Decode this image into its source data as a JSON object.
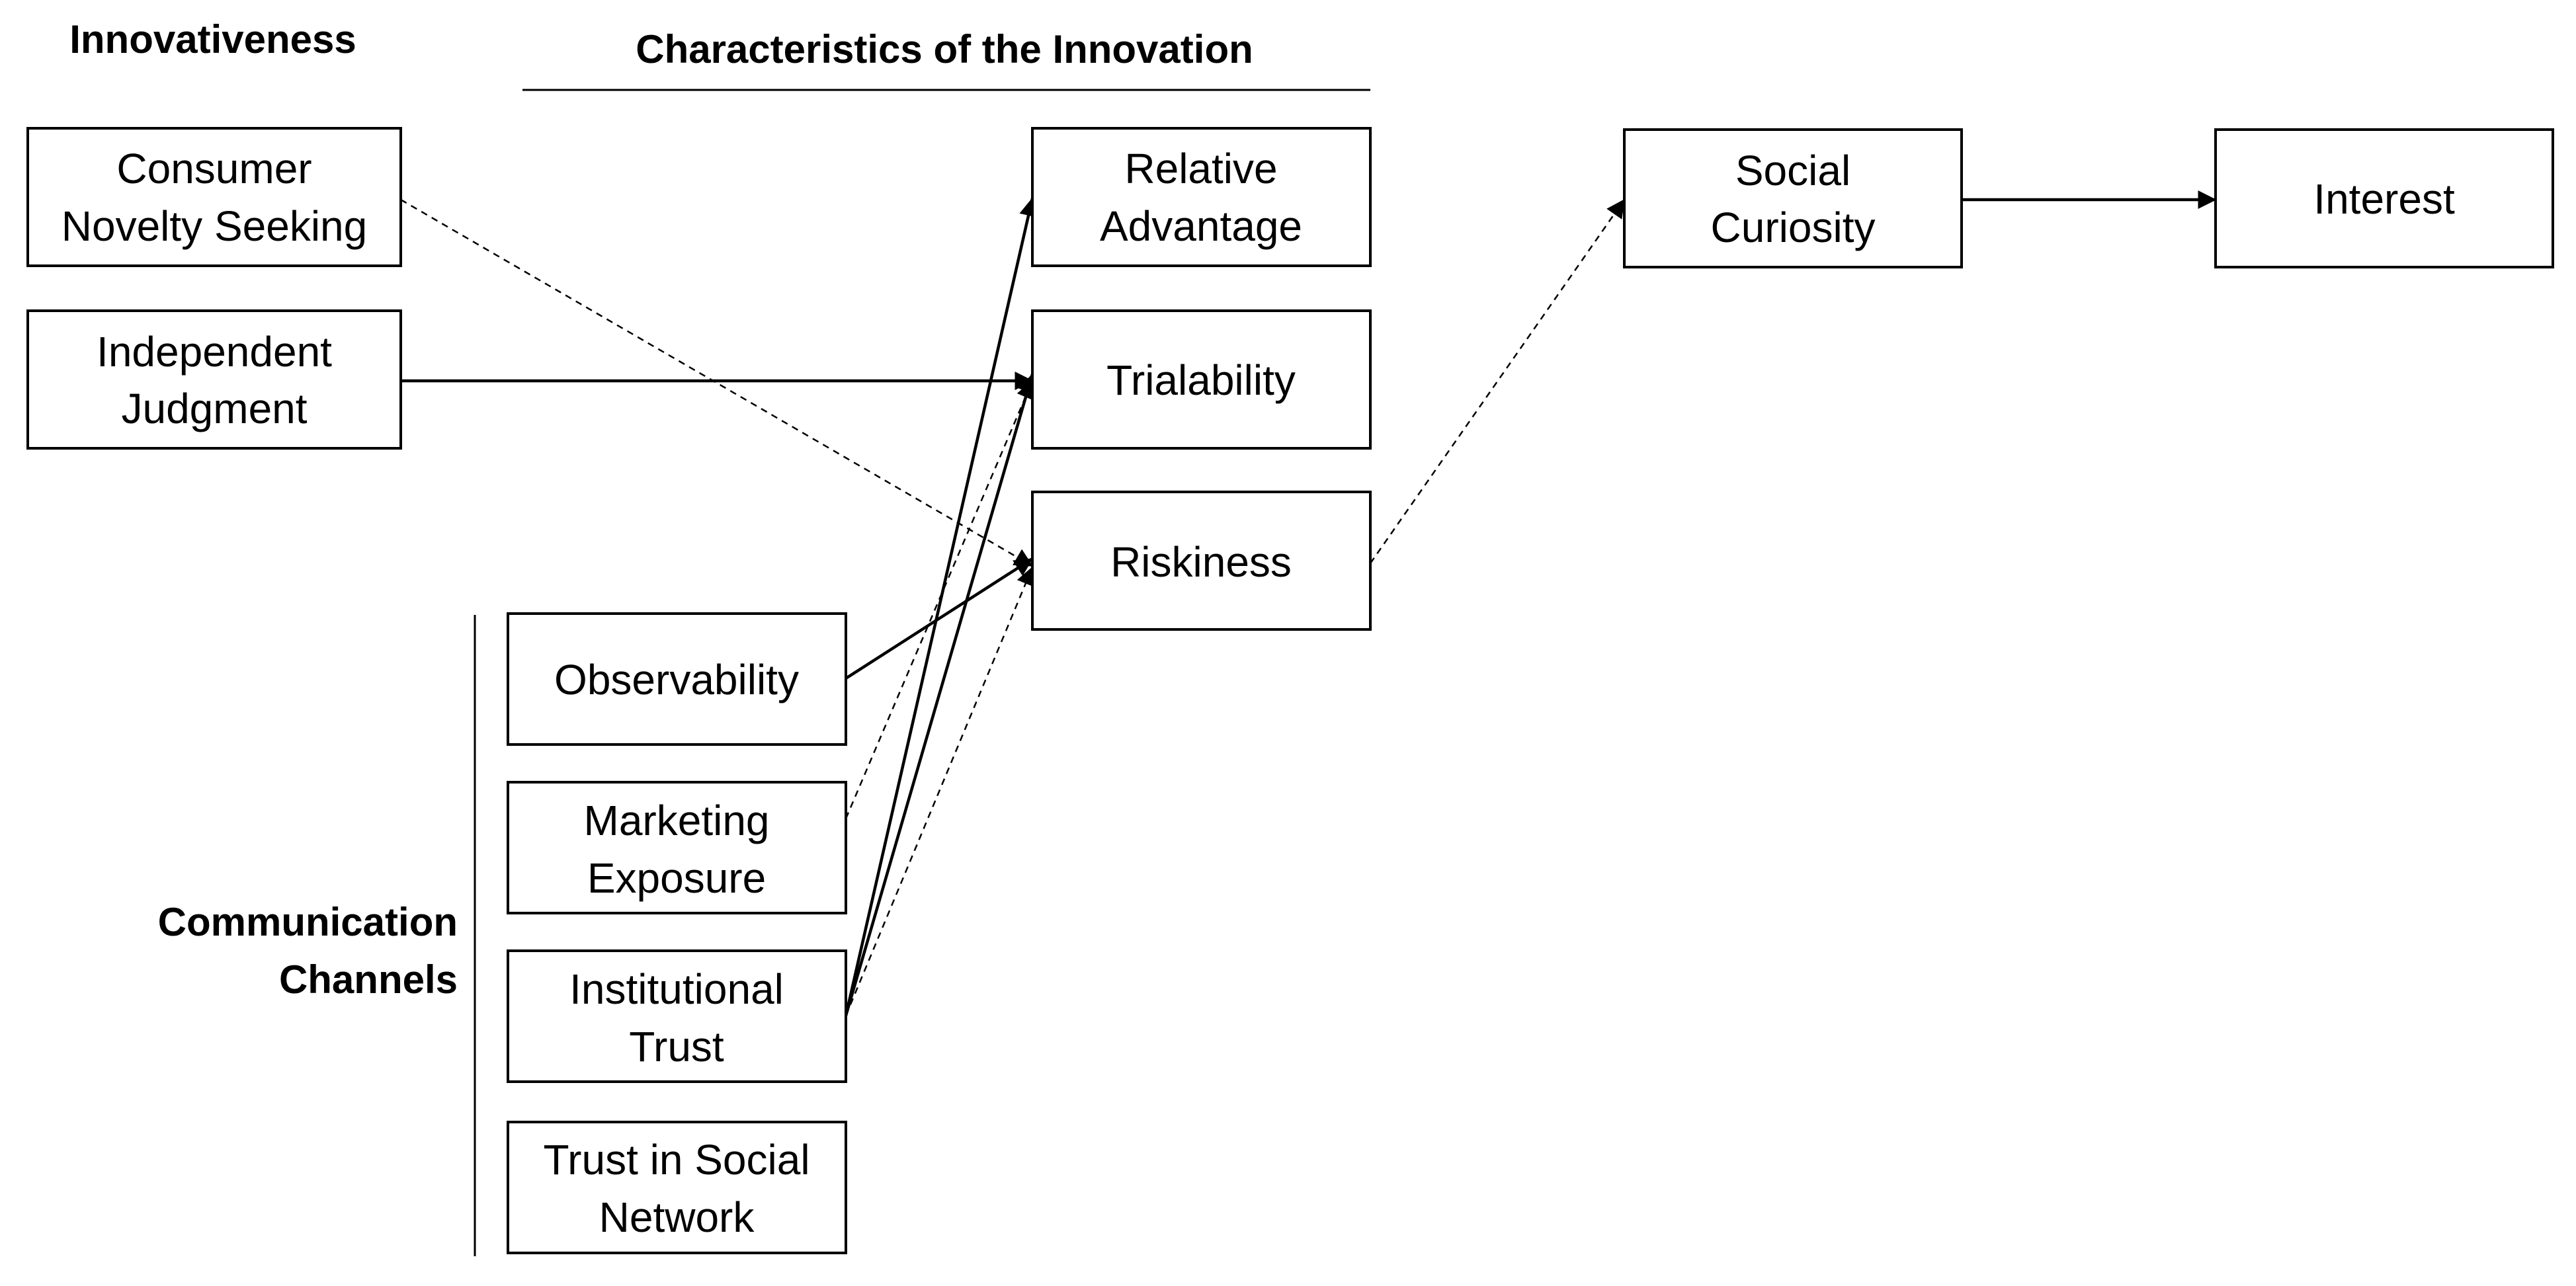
{
  "headings": {
    "innovativeness": "Innovativeness",
    "characteristics": "Characteristics of the Innovation",
    "communication_line1": "Communication",
    "communication_line2": "Channels"
  },
  "nodes": {
    "consumer_novelty_seeking": [
      "Consumer",
      "Novelty Seeking"
    ],
    "independent_judgment": [
      "Independent",
      "Judgment"
    ],
    "relative_advantage": [
      "Relative",
      "Advantage"
    ],
    "trialability": [
      "Trialability"
    ],
    "riskiness": [
      "Riskiness"
    ],
    "social_curiosity": [
      "Social",
      "Curiosity"
    ],
    "interest": [
      "Interest"
    ],
    "observability": [
      "Observability"
    ],
    "marketing_exposure": [
      "Marketing",
      "Exposure"
    ],
    "institutional_trust": [
      "Institutional",
      "Trust"
    ],
    "trust_in_social_network": [
      "Trust in Social",
      "Network"
    ]
  },
  "edges": [
    {
      "from": "consumer_novelty_seeking",
      "to": "riskiness",
      "style": "dashed"
    },
    {
      "from": "independent_judgment",
      "to": "trialability",
      "style": "solid"
    },
    {
      "from": "observability",
      "to": "riskiness",
      "style": "solid"
    },
    {
      "from": "marketing_exposure",
      "to": "trialability",
      "style": "dashed"
    },
    {
      "from": "institutional_trust",
      "to": "relative_advantage",
      "style": "solid"
    },
    {
      "from": "institutional_trust",
      "to": "trialability",
      "style": "solid"
    },
    {
      "from": "institutional_trust",
      "to": "riskiness",
      "style": "dashed"
    },
    {
      "from": "riskiness",
      "to": "social_curiosity",
      "style": "dashed"
    },
    {
      "from": "social_curiosity",
      "to": "interest",
      "style": "solid"
    }
  ]
}
